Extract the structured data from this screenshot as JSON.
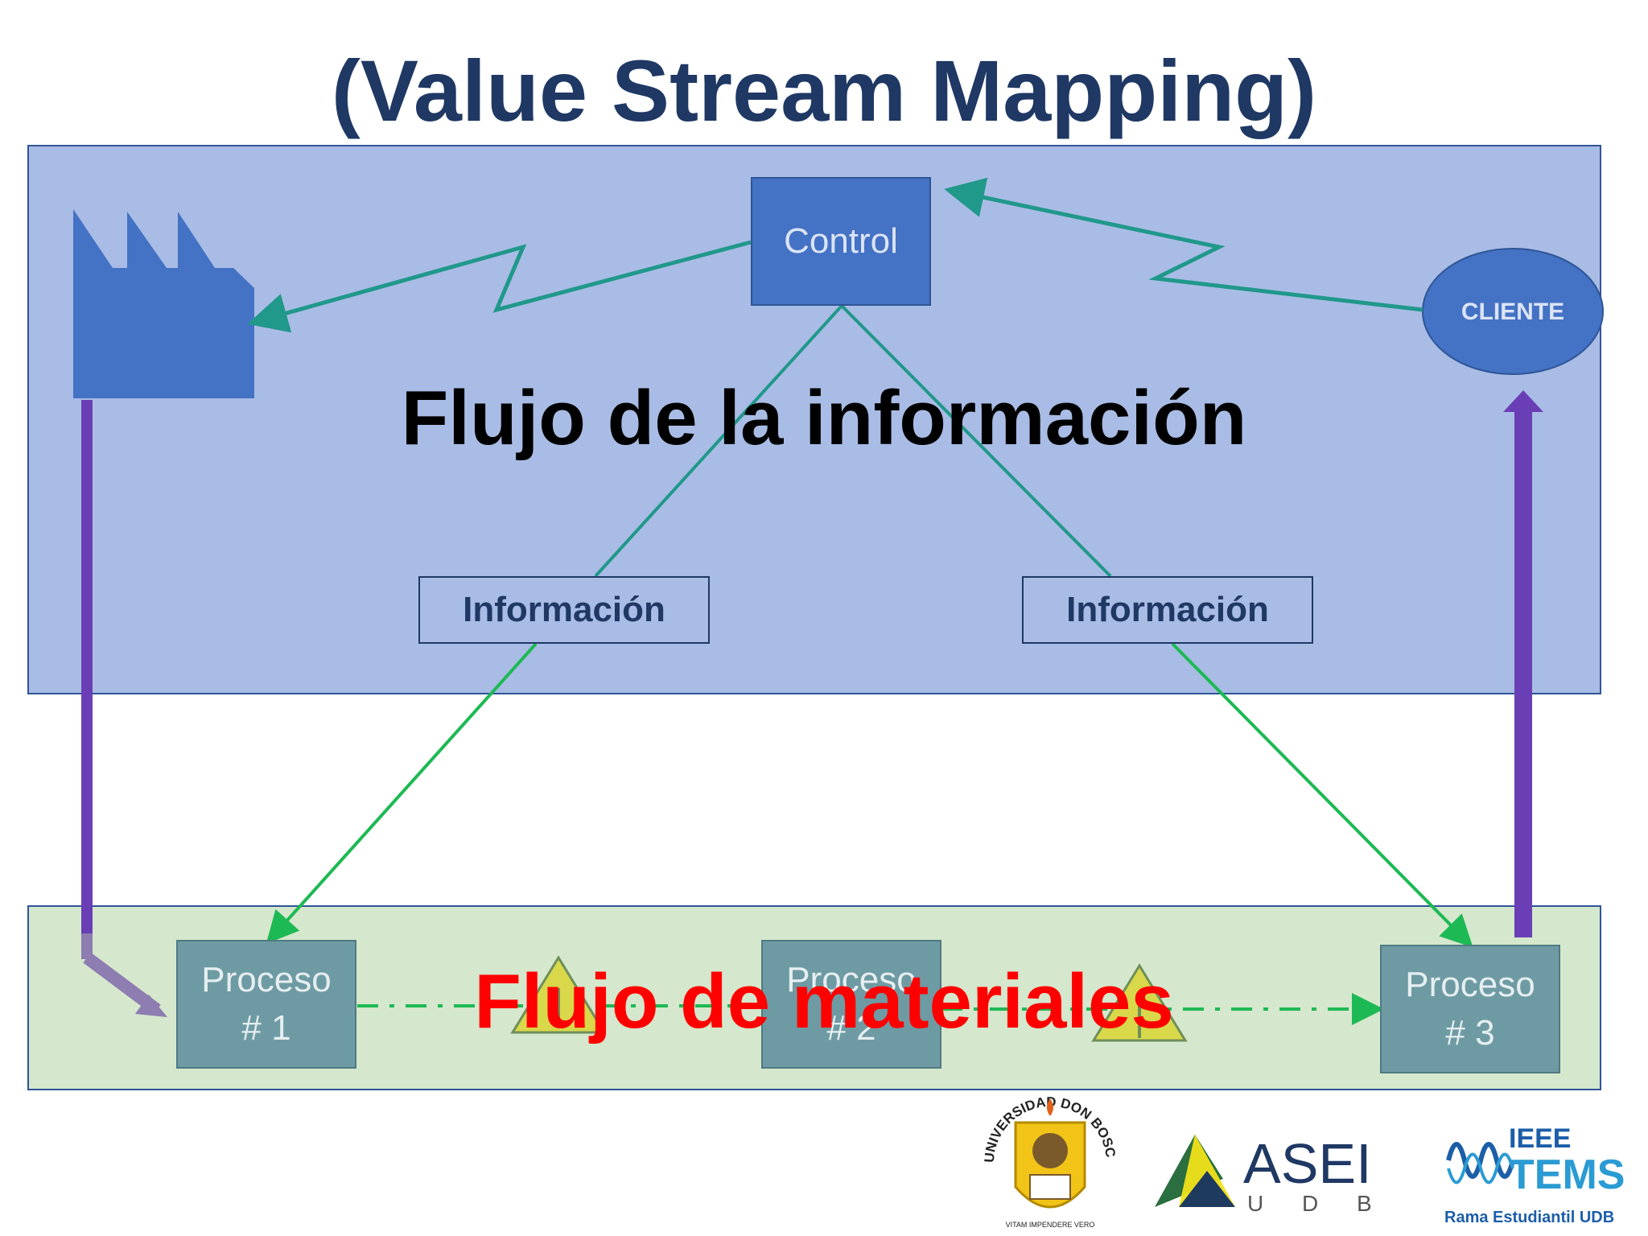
{
  "title": "(Value Stream Mapping)",
  "control_label": "Control",
  "cliente_label": "CLIENTE",
  "info_flow_heading": "Flujo de la información",
  "info_boxes": [
    "Información",
    "Información"
  ],
  "processes": [
    {
      "line1": "Proceso",
      "line2": "# 1"
    },
    {
      "line1": "Proceso",
      "line2": "# 2"
    },
    {
      "line1": "Proceso",
      "line2": "# 3"
    }
  ],
  "material_flow_heading": "Flujo de materiales",
  "logos": {
    "udb_text": "UNIVERSIDAD DON BOSCO",
    "udb_motto": "VITAM IMPENDERE VERO",
    "asei_main": "ASEI",
    "asei_sub": "U D B",
    "ieee_top": "IEEE",
    "ieee_main": "TEMS",
    "ieee_sub": "Rama Estudiantil UDB"
  },
  "colors": {
    "info_band": "#a9bce5",
    "material_band": "#d5e7cc",
    "control_box": "#4472c4",
    "process_box": "#6e9ba3",
    "teal_line": "#20988a",
    "green_line": "#1db954",
    "purple_arrow": "#6a3fb5",
    "title": "#1f3864",
    "material_heading": "#ff0000"
  }
}
